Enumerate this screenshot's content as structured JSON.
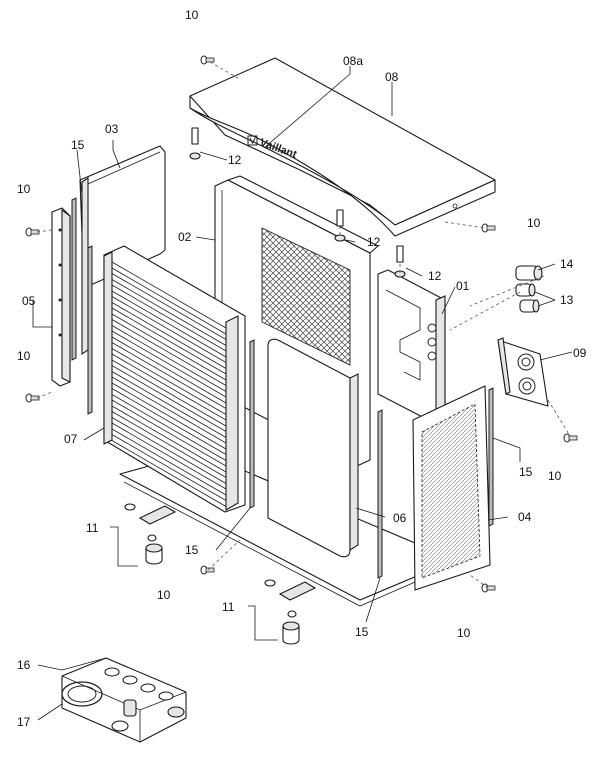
{
  "brand": "Vaillant",
  "callouts": {
    "c10_top": "10",
    "c08a": "08a",
    "c08": "08",
    "c03": "03",
    "c15_left": "15",
    "c12_a": "12",
    "c10_left_top": "10",
    "c02": "02",
    "c10_right_top": "10",
    "c12_b": "12",
    "c12_c": "12",
    "c14": "14",
    "c01": "01",
    "c13": "13",
    "c05": "05",
    "c09": "09",
    "c10_left_bottom": "10",
    "c07": "07",
    "c10_right_mid": "10",
    "c15_right": "15",
    "c04": "04",
    "c06": "06",
    "c11_left": "11",
    "c15_mid": "15",
    "c10_bottom_mid": "10",
    "c11_mid": "11",
    "c15_bottom": "15",
    "c10_bottom_right": "10",
    "c16": "16",
    "c17": "17"
  }
}
